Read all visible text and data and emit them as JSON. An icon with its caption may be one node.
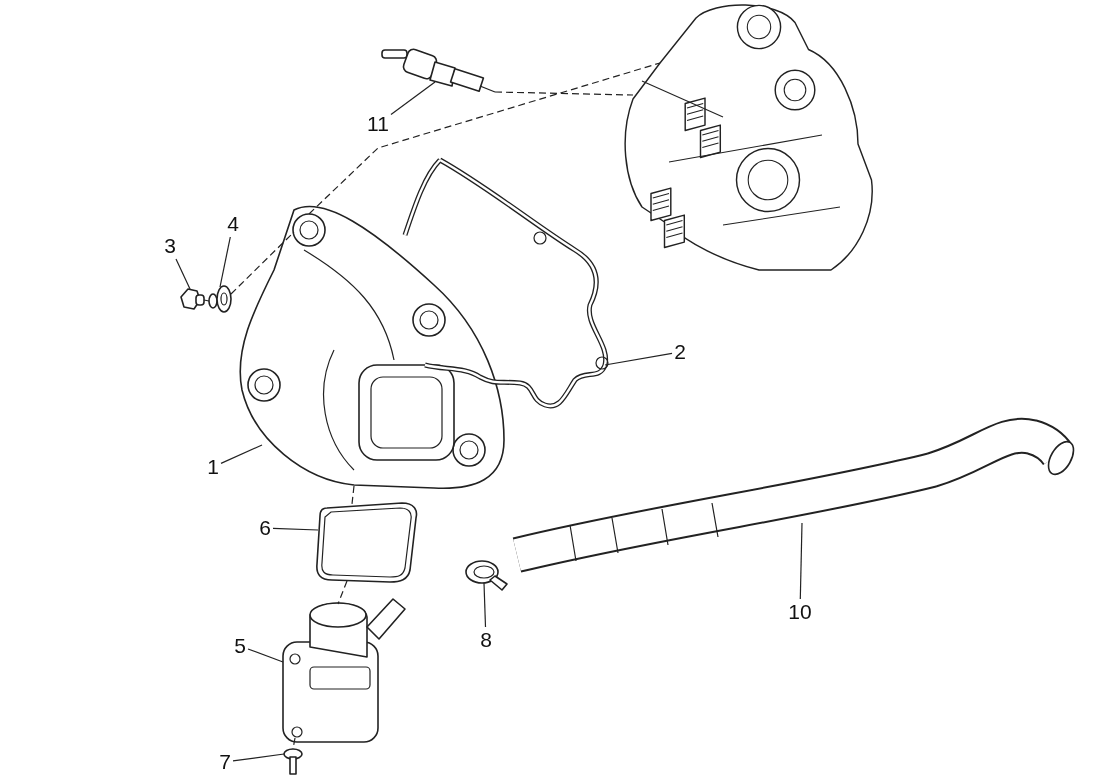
{
  "diagram": {
    "nodes": [
      {
        "text": [
          "1"
        ]
      },
      {
        "text": [
          "2"
        ]
      },
      {
        "text": [
          "3"
        ]
      },
      {
        "text": [
          "4"
        ]
      },
      {
        "text": [
          "5"
        ]
      },
      {
        "text": [
          "6"
        ]
      },
      {
        "text": [
          "7"
        ]
      },
      {
        "text": [
          "8"
        ]
      },
      {
        "text": [
          "10"
        ]
      },
      {
        "text": [
          "11"
        ]
      },
      {
        "text": [],
        "shape": "picture"
      },
      {
        "text": [],
        "shape": "picture"
      },
      {
        "text": [],
        "shape": "picture"
      },
      {
        "text": [],
        "shape": "picture"
      },
      {
        "text": [],
        "shape": "picture"
      },
      {
        "text": [],
        "shape": "picture"
      },
      {
        "text": [],
        "shape": "picture"
      },
      {
        "text": [],
        "shape": "picture"
      },
      {
        "text": [],
        "shape": "picture"
      },
      {
        "text": [],
        "shape": "picture"
      },
      {
        "text": [],
        "shape": "picture"
      }
    ],
    "edges": [
      {
        "from": 0,
        "to": 10,
        "arrow": "none"
      },
      {
        "from": 1,
        "to": 11,
        "arrow": "none"
      },
      {
        "from": 2,
        "to": 12,
        "arrow": "none"
      },
      {
        "from": 3,
        "to": 13,
        "arrow": "none"
      },
      {
        "from": 4,
        "to": 14,
        "arrow": "none"
      },
      {
        "from": 5,
        "to": 15,
        "arrow": "none"
      },
      {
        "from": 6,
        "to": 16,
        "arrow": "none"
      },
      {
        "from": 7,
        "to": 17,
        "arrow": "none"
      },
      {
        "from": 8,
        "to": 18,
        "arrow": "none"
      },
      {
        "from": 9,
        "to": 19,
        "arrow": "none"
      },
      {
        "from": 19,
        "to": 20,
        "arrow": "none",
        "style": "dashed"
      },
      {
        "from": 10,
        "to": 20,
        "arrow": "none",
        "style": "dashed"
      },
      {
        "from": 12,
        "to": 13,
        "arrow": "none",
        "style": "dashed"
      },
      {
        "from": 13,
        "to": 10,
        "arrow": "none",
        "style": "dashed"
      },
      {
        "from": 10,
        "to": 15,
        "arrow": "none",
        "style": "dashed"
      },
      {
        "from": 15,
        "to": 14,
        "arrow": "none",
        "style": "dashed"
      },
      {
        "from": 14,
        "to": 16,
        "arrow": "none",
        "style": "dashed"
      }
    ]
  }
}
